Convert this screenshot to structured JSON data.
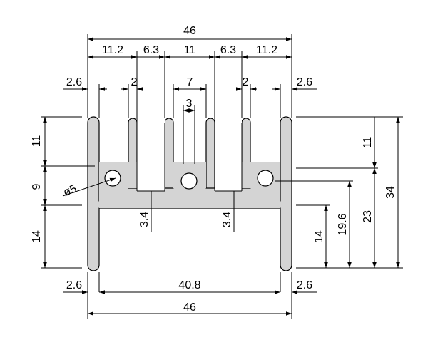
{
  "dimensions": {
    "overall_width_top": "46",
    "overall_width_bottom": "46",
    "seg_left_11_2": "11.2",
    "seg_left_6_3": "6.3",
    "seg_mid_11": "11",
    "seg_right_6_3": "6.3",
    "seg_right_11_2": "11.2",
    "left_fin_2_6_top": "2.6",
    "right_fin_2_6_top": "2.6",
    "left_fin_2": "2",
    "right_fin_2": "2",
    "center_slot_7": "7",
    "center_slot_3": "3",
    "hole_diameter": "ø5",
    "left_web_3_4": "3.4",
    "right_web_3_4": "3.4",
    "left_height_11": "11",
    "left_height_9": "9",
    "left_height_14": "14",
    "right_height_11": "11",
    "right_height_14": "14",
    "right_height_19_6": "19.6",
    "right_height_23": "23",
    "right_height_34": "34",
    "bottom_left_2_6": "2.6",
    "bottom_inner_40_8": "40.8",
    "bottom_right_2_6": "2.6"
  },
  "colors": {
    "profile_fill": "#d4d4d4",
    "line": "#000000",
    "background": "#ffffff"
  }
}
